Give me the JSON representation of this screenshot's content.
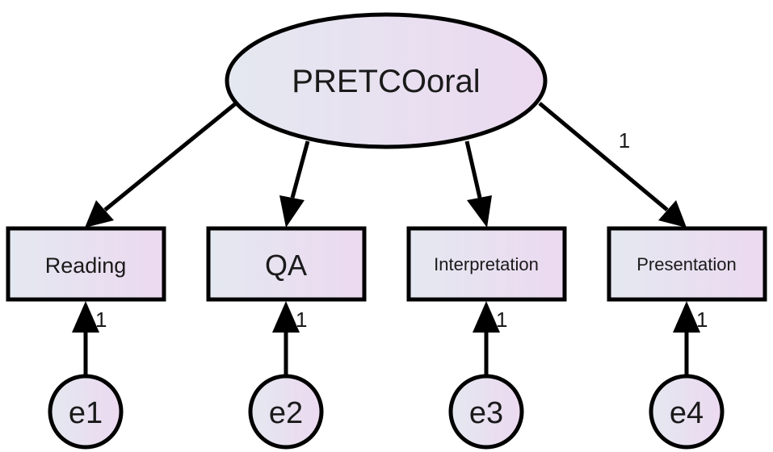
{
  "diagram": {
    "latent": {
      "label": "PRETCOoral"
    },
    "indicators": [
      {
        "label": "Reading"
      },
      {
        "label": "QA"
      },
      {
        "label": "Interpretation"
      },
      {
        "label": "Presentation"
      }
    ],
    "errors": [
      {
        "label": "e1",
        "path_weight": "1"
      },
      {
        "label": "e2",
        "path_weight": "1"
      },
      {
        "label": "e3",
        "path_weight": "1"
      },
      {
        "label": "e4",
        "path_weight": "1"
      }
    ],
    "loading_weight": "1",
    "colors": {
      "fill_start": "#e4e8f0",
      "fill_end": "#ecd9f0",
      "stroke": "#000000"
    }
  }
}
